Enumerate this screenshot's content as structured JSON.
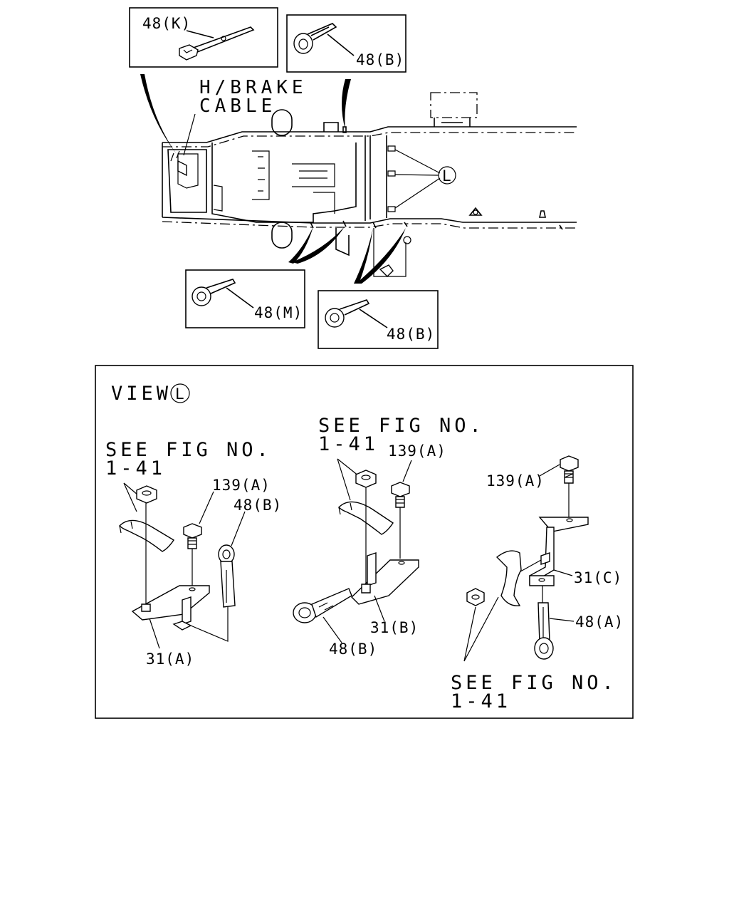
{
  "top": {
    "labels": {
      "clip_48k": "48(K)",
      "clip_48b_top": "48(B)",
      "clip_48m": "48(M)",
      "clip_48b_bottom": "48(B)",
      "hbrake_line1": "H/BRAKE",
      "hbrake_line2": "CABLE",
      "view_marker": "L"
    }
  },
  "view_panel": {
    "title": "VIEW",
    "title_marker": "L",
    "groups": [
      {
        "see_fig_line1": "SEE FIG NO.",
        "see_fig_line2": "1-41",
        "bolt": "139(A)",
        "clip": "48(B)",
        "bracket": "31(A)"
      },
      {
        "see_fig_line1": "SEE FIG NO.",
        "see_fig_line2": "1-41",
        "bolt": "139(A)",
        "clip": "48(B)",
        "bracket": "31(B)"
      },
      {
        "see_fig_line1": "SEE FIG NO.",
        "see_fig_line2": "1-41",
        "bolt": "139(A)",
        "clip": "48(A)",
        "bracket": "31(C)"
      }
    ]
  }
}
